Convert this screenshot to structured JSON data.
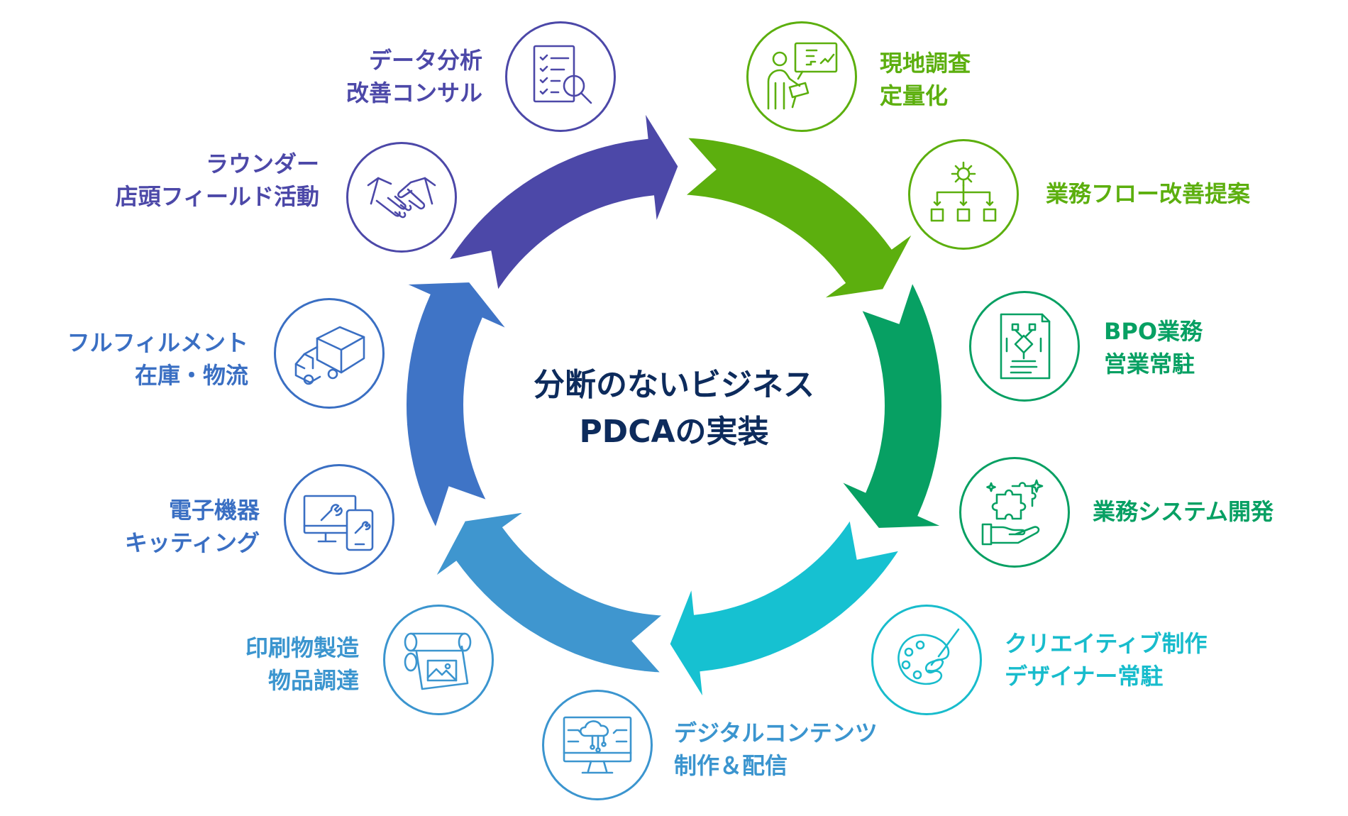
{
  "center": {
    "line1": "分断のないビジネス",
    "line2": "PDCAの実装"
  },
  "ring_colors": [
    "#4c48a8",
    "#5caf0e",
    "#07a063",
    "#16c1d1",
    "#3f96cf",
    "#3f74c6"
  ],
  "services": [
    {
      "id": "data-analysis",
      "icon": "checklist-magnifier-icon",
      "color": "#4c48a8",
      "lines": [
        "データ分析",
        "改善コンサル"
      ]
    },
    {
      "id": "rounder",
      "icon": "handshake-icon",
      "color": "#4c48a8",
      "lines": [
        "ラウンダー",
        "店頭フィールド活動"
      ]
    },
    {
      "id": "fulfillment",
      "icon": "truck-icon",
      "color": "#3a6fc3",
      "lines": [
        "フルフィルメント",
        "在庫・物流"
      ]
    },
    {
      "id": "kitting",
      "icon": "devices-wrench-icon",
      "color": "#3a6fc3",
      "lines": [
        "電子機器",
        "キッティング"
      ]
    },
    {
      "id": "printing",
      "icon": "print-roll-icon",
      "color": "#3b95cf",
      "lines": [
        "印刷物製造",
        "物品調達"
      ]
    },
    {
      "id": "digital-content",
      "icon": "cloud-monitor-icon",
      "color": "#3b95cf",
      "lines": [
        "デジタルコンテンツ",
        "制作＆配信"
      ]
    },
    {
      "id": "creative",
      "icon": "palette-brush-icon",
      "color": "#18bccc",
      "lines": [
        "クリエイティブ制作",
        "デザイナー常駐"
      ]
    },
    {
      "id": "system-dev",
      "icon": "puzzle-hand-icon",
      "color": "#07a063",
      "lines": [
        "業務システム開発"
      ]
    },
    {
      "id": "bpo",
      "icon": "document-flow-icon",
      "color": "#07a063",
      "lines": [
        "BPO業務",
        "営業常駐"
      ]
    },
    {
      "id": "flow-improvement",
      "icon": "gear-flowchart-icon",
      "color": "#5caf0e",
      "lines": [
        "業務フロー改善提案"
      ]
    },
    {
      "id": "field-survey",
      "icon": "presenter-chart-icon",
      "color": "#5caf0e",
      "lines": [
        "現地調査",
        "定量化"
      ]
    }
  ]
}
